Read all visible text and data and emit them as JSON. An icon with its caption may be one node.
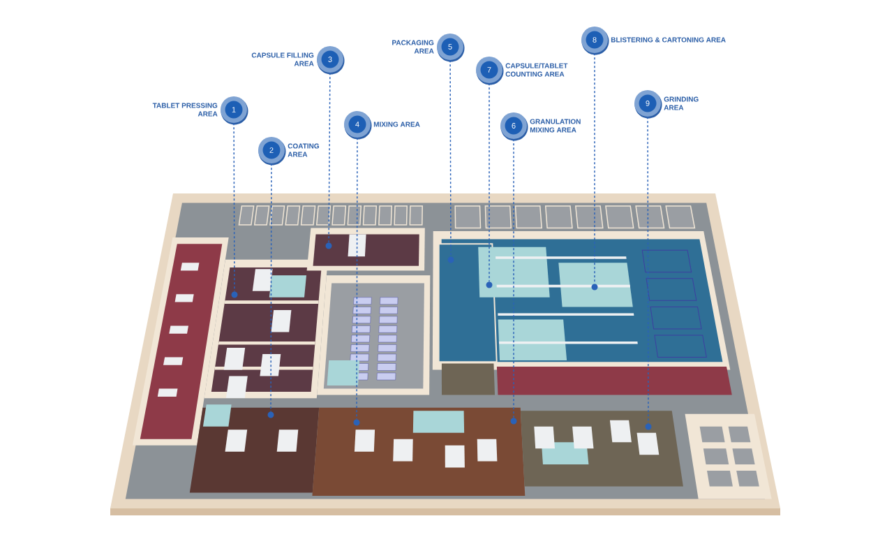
{
  "diagram": {
    "nodes": [
      {
        "text": [
          "TABLET PRESSING AREA",
          "1"
        ]
      },
      {
        "text": [
          "2",
          "COATING AREA"
        ]
      },
      {
        "text": [
          "CAPSULE FILLING AREA",
          "3"
        ]
      },
      {
        "text": [
          "4",
          "MIXING AREA"
        ]
      },
      {
        "text": [
          "PACKAGING AREA",
          "5"
        ]
      },
      {
        "text": [
          "6",
          "GRANULATION MIXING AREA"
        ]
      },
      {
        "text": [
          "7",
          "CAPSULE/TABLET COUNTING AREA"
        ]
      },
      {
        "text": [
          "8",
          "BLISTERING & CARTONING AREA"
        ]
      },
      {
        "text": [
          "9",
          "GRINDING AREA"
        ]
      },
      {
        "text": [],
        "shape": "circle"
      },
      {
        "text": [],
        "shape": "circle"
      },
      {
        "text": [],
        "shape": "circle"
      },
      {
        "text": [],
        "shape": "circle"
      },
      {
        "text": [],
        "shape": "circle"
      },
      {
        "text": [],
        "shape": "circle"
      },
      {
        "text": [],
        "shape": "circle"
      },
      {
        "text": [],
        "shape": "circle"
      },
      {
        "text": [],
        "shape": "circle"
      }
    ],
    "edges": [
      {
        "from": 0,
        "to": 9,
        "arrow": "none",
        "style": "dashed"
      },
      {
        "from": 1,
        "to": 10,
        "arrow": "none",
        "style": "dashed"
      },
      {
        "from": 2,
        "to": 11,
        "arrow": "none",
        "style": "dashed"
      },
      {
        "from": 3,
        "to": 12,
        "arrow": "none",
        "style": "dashed"
      },
      {
        "from": 4,
        "to": 13,
        "arrow": "none",
        "style": "dashed"
      },
      {
        "from": 5,
        "to": 14,
        "arrow": "none",
        "style": "dashed"
      },
      {
        "from": 6,
        "to": 15,
        "arrow": "none",
        "style": "dashed"
      },
      {
        "from": 7,
        "to": 16,
        "arrow": "none",
        "style": "dashed"
      },
      {
        "from": 8,
        "to": 17,
        "arrow": "none",
        "style": "dashed"
      }
    ]
  }
}
